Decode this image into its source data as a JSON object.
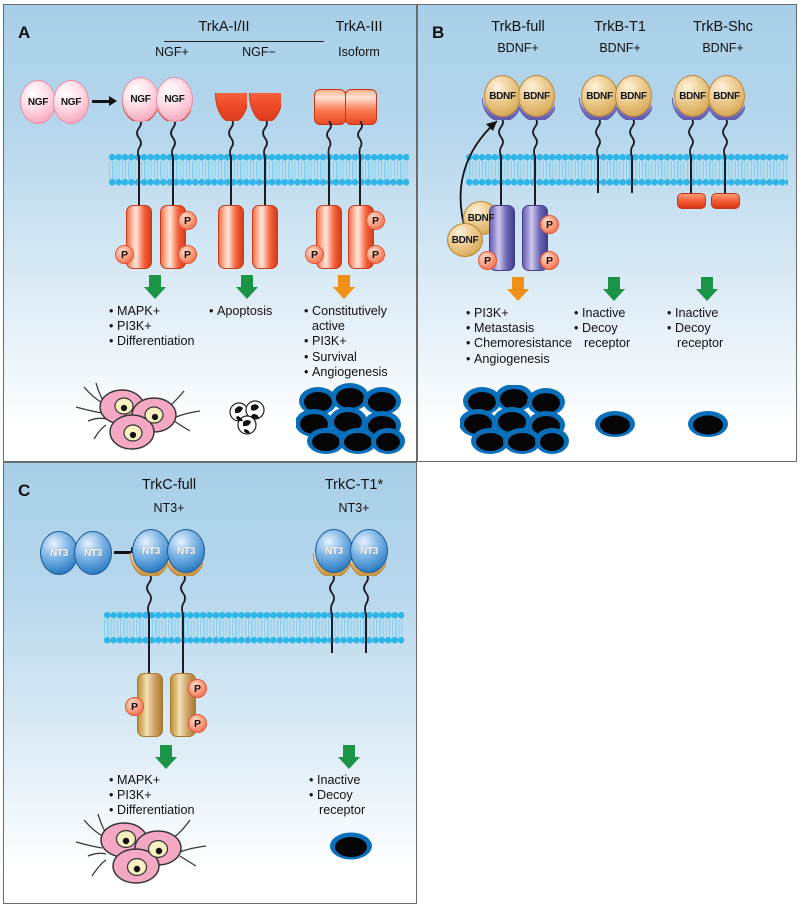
{
  "figure": {
    "title": "Trk receptor isoform signaling outcomes",
    "background_top": "#a8cfe8",
    "background_bottom": "#ffffff"
  },
  "panels": [
    {
      "id": "A",
      "label": "A",
      "groups": [
        {
          "header": "TrkA-I/II",
          "has_rule": true,
          "columns": [
            {
              "sub": "NGF+",
              "ligand": "NGF",
              "ligand_count": 2,
              "free_ligand": true,
              "free_ligand_label": "NGF",
              "receptor_color": "#ef4a28",
              "receptor_type": "cup",
              "phospho_count": 3,
              "arrow_color": "#1b9448",
              "outcomes": [
                "MAPK+",
                "PI3K+",
                "Differentiation"
              ],
              "cell_type": "neuron"
            },
            {
              "sub": "NGF−",
              "ligand": null,
              "receptor_color": "#ef4a28",
              "receptor_type": "cup",
              "phospho_count": 0,
              "arrow_color": "#1b9448",
              "outcomes": [
                "Apoptosis"
              ],
              "cell_type": "apoptotic"
            }
          ]
        },
        {
          "header": "TrkA-III",
          "has_rule": false,
          "columns": [
            {
              "sub": "Isoform",
              "ligand": null,
              "receptor_color": "#ef4a28",
              "receptor_type": "box",
              "phospho_count": 3,
              "arrow_color": "#f09016",
              "outcomes": [
                "Constitutively active",
                "PI3K+",
                "Survival",
                "Angiogenesis"
              ],
              "cell_type": "tumor"
            }
          ]
        }
      ]
    },
    {
      "id": "B",
      "label": "B",
      "groups": [
        {
          "header": "TrkB-full",
          "has_rule": false,
          "columns": [
            {
              "sub": "BDNF+",
              "ligand": "BDNF",
              "ligand_count": 2,
              "internal_ligand": true,
              "internal_ligand_label": "BDNF",
              "receptor_color": "#5d55a8",
              "receptor_type": "cup",
              "phospho_count": 3,
              "arrow_color": "#f09016",
              "outcomes": [
                "PI3K+",
                "Metastasis",
                "Chemoresistance",
                "Angiogenesis"
              ],
              "cell_type": "tumor"
            }
          ]
        },
        {
          "header": "TrkB-T1",
          "has_rule": false,
          "columns": [
            {
              "sub": "BDNF+",
              "ligand": "BDNF",
              "ligand_count": 2,
              "receptor_color": "#5d55a8",
              "receptor_type": "cup",
              "phospho_count": 0,
              "arrow_color": "#1b9448",
              "outcomes": [
                "Inactive",
                "Decoy receptor"
              ],
              "cell_type": "single"
            }
          ]
        },
        {
          "header": "TrkB-Shc",
          "has_rule": false,
          "columns": [
            {
              "sub": "BDNF+",
              "ligand": "BDNF",
              "ligand_count": 2,
              "receptor_color": "#5d55a8",
              "receptor_type": "cup",
              "truncated_boxes": true,
              "phospho_count": 0,
              "arrow_color": "#1b9448",
              "outcomes": [
                "Inactive",
                "Decoy receptor"
              ],
              "cell_type": "single"
            }
          ]
        }
      ]
    },
    {
      "id": "C",
      "label": "C",
      "groups": [
        {
          "header": "TrkC-full",
          "has_rule": false,
          "columns": [
            {
              "sub": "NT3+",
              "ligand": "NT3",
              "ligand_count": 2,
              "free_ligand": true,
              "free_ligand_label": "NT3",
              "receptor_color": "#dfae62",
              "receptor_type": "cup",
              "phospho_count": 3,
              "arrow_color": "#1b9448",
              "outcomes": [
                "MAPK+",
                "PI3K+",
                "Differentiation"
              ],
              "cell_type": "neuron"
            }
          ]
        },
        {
          "header": "TrkC-T1*",
          "has_rule": false,
          "columns": [
            {
              "sub": "NT3+",
              "ligand": "NT3",
              "ligand_count": 2,
              "receptor_color": "#dfae62",
              "receptor_type": "cup",
              "phospho_count": 0,
              "arrow_color": "#1b9448",
              "outcomes": [
                "Inactive",
                "Decoy receptor"
              ],
              "cell_type": "single"
            }
          ]
        }
      ]
    }
  ],
  "labels": {
    "A": "A",
    "B": "B",
    "C": "C",
    "trkA12": "TrkA-I/II",
    "ngf_plus": "NGF+",
    "ngf_minus": "NGF−",
    "trkA3": "TrkA-III",
    "isoform": "Isoform",
    "trkB_full": "TrkB-full",
    "trkB_t1": "TrkB-T1",
    "trkB_shc": "TrkB-Shc",
    "bdnf_plus": "BDNF+",
    "trkC_full": "TrkC-full",
    "trkC_t1": "TrkC-T1*",
    "nt3_plus": "NT3+",
    "ngf": "NGF",
    "bdnf": "BDNF",
    "nt3": "NT3",
    "p": "P"
  },
  "outcomes": {
    "a1": [
      "MAPK+",
      "PI3K+",
      "Differentiation"
    ],
    "a2": [
      "Apoptosis"
    ],
    "a3": [
      "Constitutively",
      "active",
      "PI3K+",
      "Survival",
      "Angiogenesis"
    ],
    "b1": [
      "PI3K+",
      "Metastasis",
      "Chemoresistance",
      "Angiogenesis"
    ],
    "b2": [
      "Inactive",
      "Decoy",
      "receptor"
    ],
    "b3": [
      "Inactive",
      "Decoy",
      "receptor"
    ],
    "c1": [
      "MAPK+",
      "PI3K+",
      "Differentiation"
    ],
    "c2": [
      "Inactive",
      "Decoy",
      "receptor"
    ]
  },
  "colors": {
    "green_arrow": "#1b9448",
    "orange_arrow": "#f09016",
    "membrane": "#2fb6e8",
    "trkA_receptor": "#ef4a28",
    "trkB_receptor": "#5d55a8",
    "trkC_receptor": "#dfae62",
    "ngf_ligand": "#f9b6c8",
    "bdnf_ligand": "#d9ab59",
    "nt3_ligand": "#2f7fc6",
    "neuron_cell": "#f4a8c4",
    "tumor_cell": "#0a6fbb",
    "panel_border": "#6b6b6b"
  }
}
